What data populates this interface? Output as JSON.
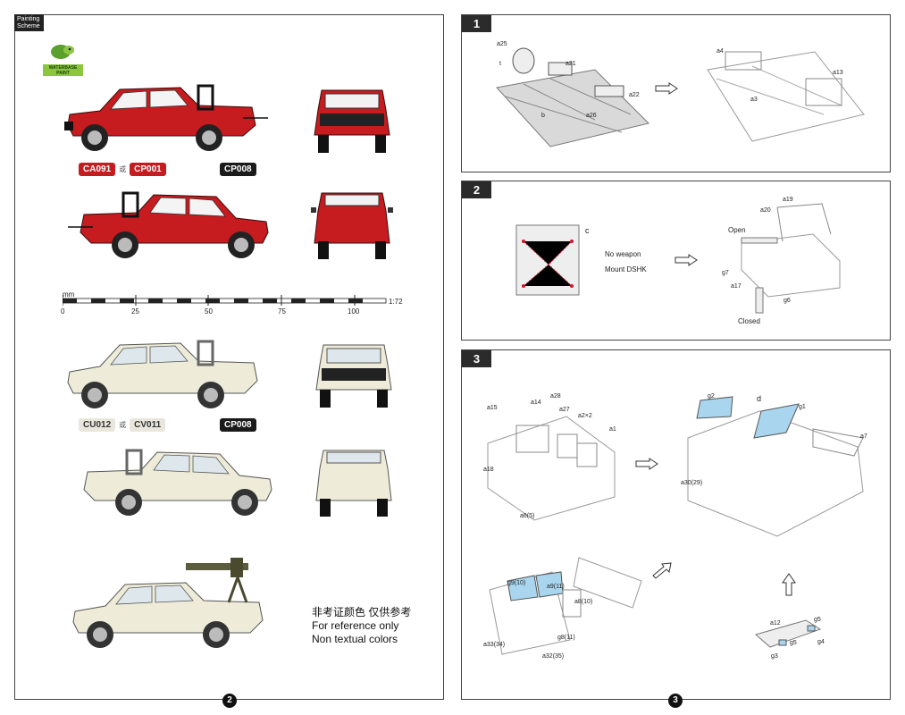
{
  "left_panel": {
    "tab_label": "Painting Scheme",
    "brand_label": "WATERBASE PAINT",
    "red_codes": {
      "first": "CA091",
      "or": "或",
      "second": "CP001",
      "black": "CP008"
    },
    "cream_codes": {
      "first": "CU012",
      "or": "或",
      "second": "CV011",
      "black": "CP008"
    },
    "scale": {
      "unit": "mm",
      "labels": [
        "0",
        "25",
        "50",
        "75",
        "100"
      ],
      "ratio": "1:72"
    },
    "disclaimer": {
      "line1": "非考证颜色 仅供参考",
      "line2": "For reference only",
      "line3": "Non textual colors"
    },
    "page_number": "2"
  },
  "colors": {
    "red": "#c61b1f",
    "cream": "#eeecd9",
    "dark": "#333333",
    "glass": "#a9d6ee",
    "accent_red": "#d4142a"
  },
  "steps": {
    "s1": {
      "number": "1",
      "labels": {
        "a25": "a25",
        "t": "t",
        "a21": "a21",
        "a22": "a22",
        "a26": "a26",
        "b": "b",
        "a4": "a4",
        "a3": "a3",
        "a13": "a13"
      }
    },
    "s2": {
      "number": "2",
      "labels": {
        "c": "c",
        "no_weapon": "No weapon",
        "mount": "Mount DSHK",
        "a19": "a19",
        "a20": "a20",
        "open": "Open",
        "g7": "g7",
        "a17": "a17",
        "g6": "g6",
        "closed": "Closed"
      }
    },
    "s3": {
      "number": "3",
      "labels": {
        "a15": "a15",
        "a14": "a14",
        "a28": "a28",
        "a27": "a27",
        "a2x2": "a2×2",
        "a1": "a1",
        "a18": "a18",
        "a6": "a6",
        "a6p": "(5)",
        "g2": "g2",
        "d": "d",
        "g1": "g1",
        "a7": "a7",
        "a30": "a30",
        "a30p": "(29)",
        "g9": "g9",
        "g9p": "(10)",
        "a9": "a9",
        "a9p": "(11)",
        "a8": "a8",
        "a8p": "(10)",
        "g8": "g8",
        "g8p": "(11)",
        "a33": "a33",
        "a33p": "(34)",
        "a32": "a32",
        "a32p": "(35)",
        "a12": "a12",
        "g5a": "g5",
        "g5b": "g5",
        "g4": "g4",
        "g3": "g3"
      }
    },
    "page_number": "3"
  }
}
